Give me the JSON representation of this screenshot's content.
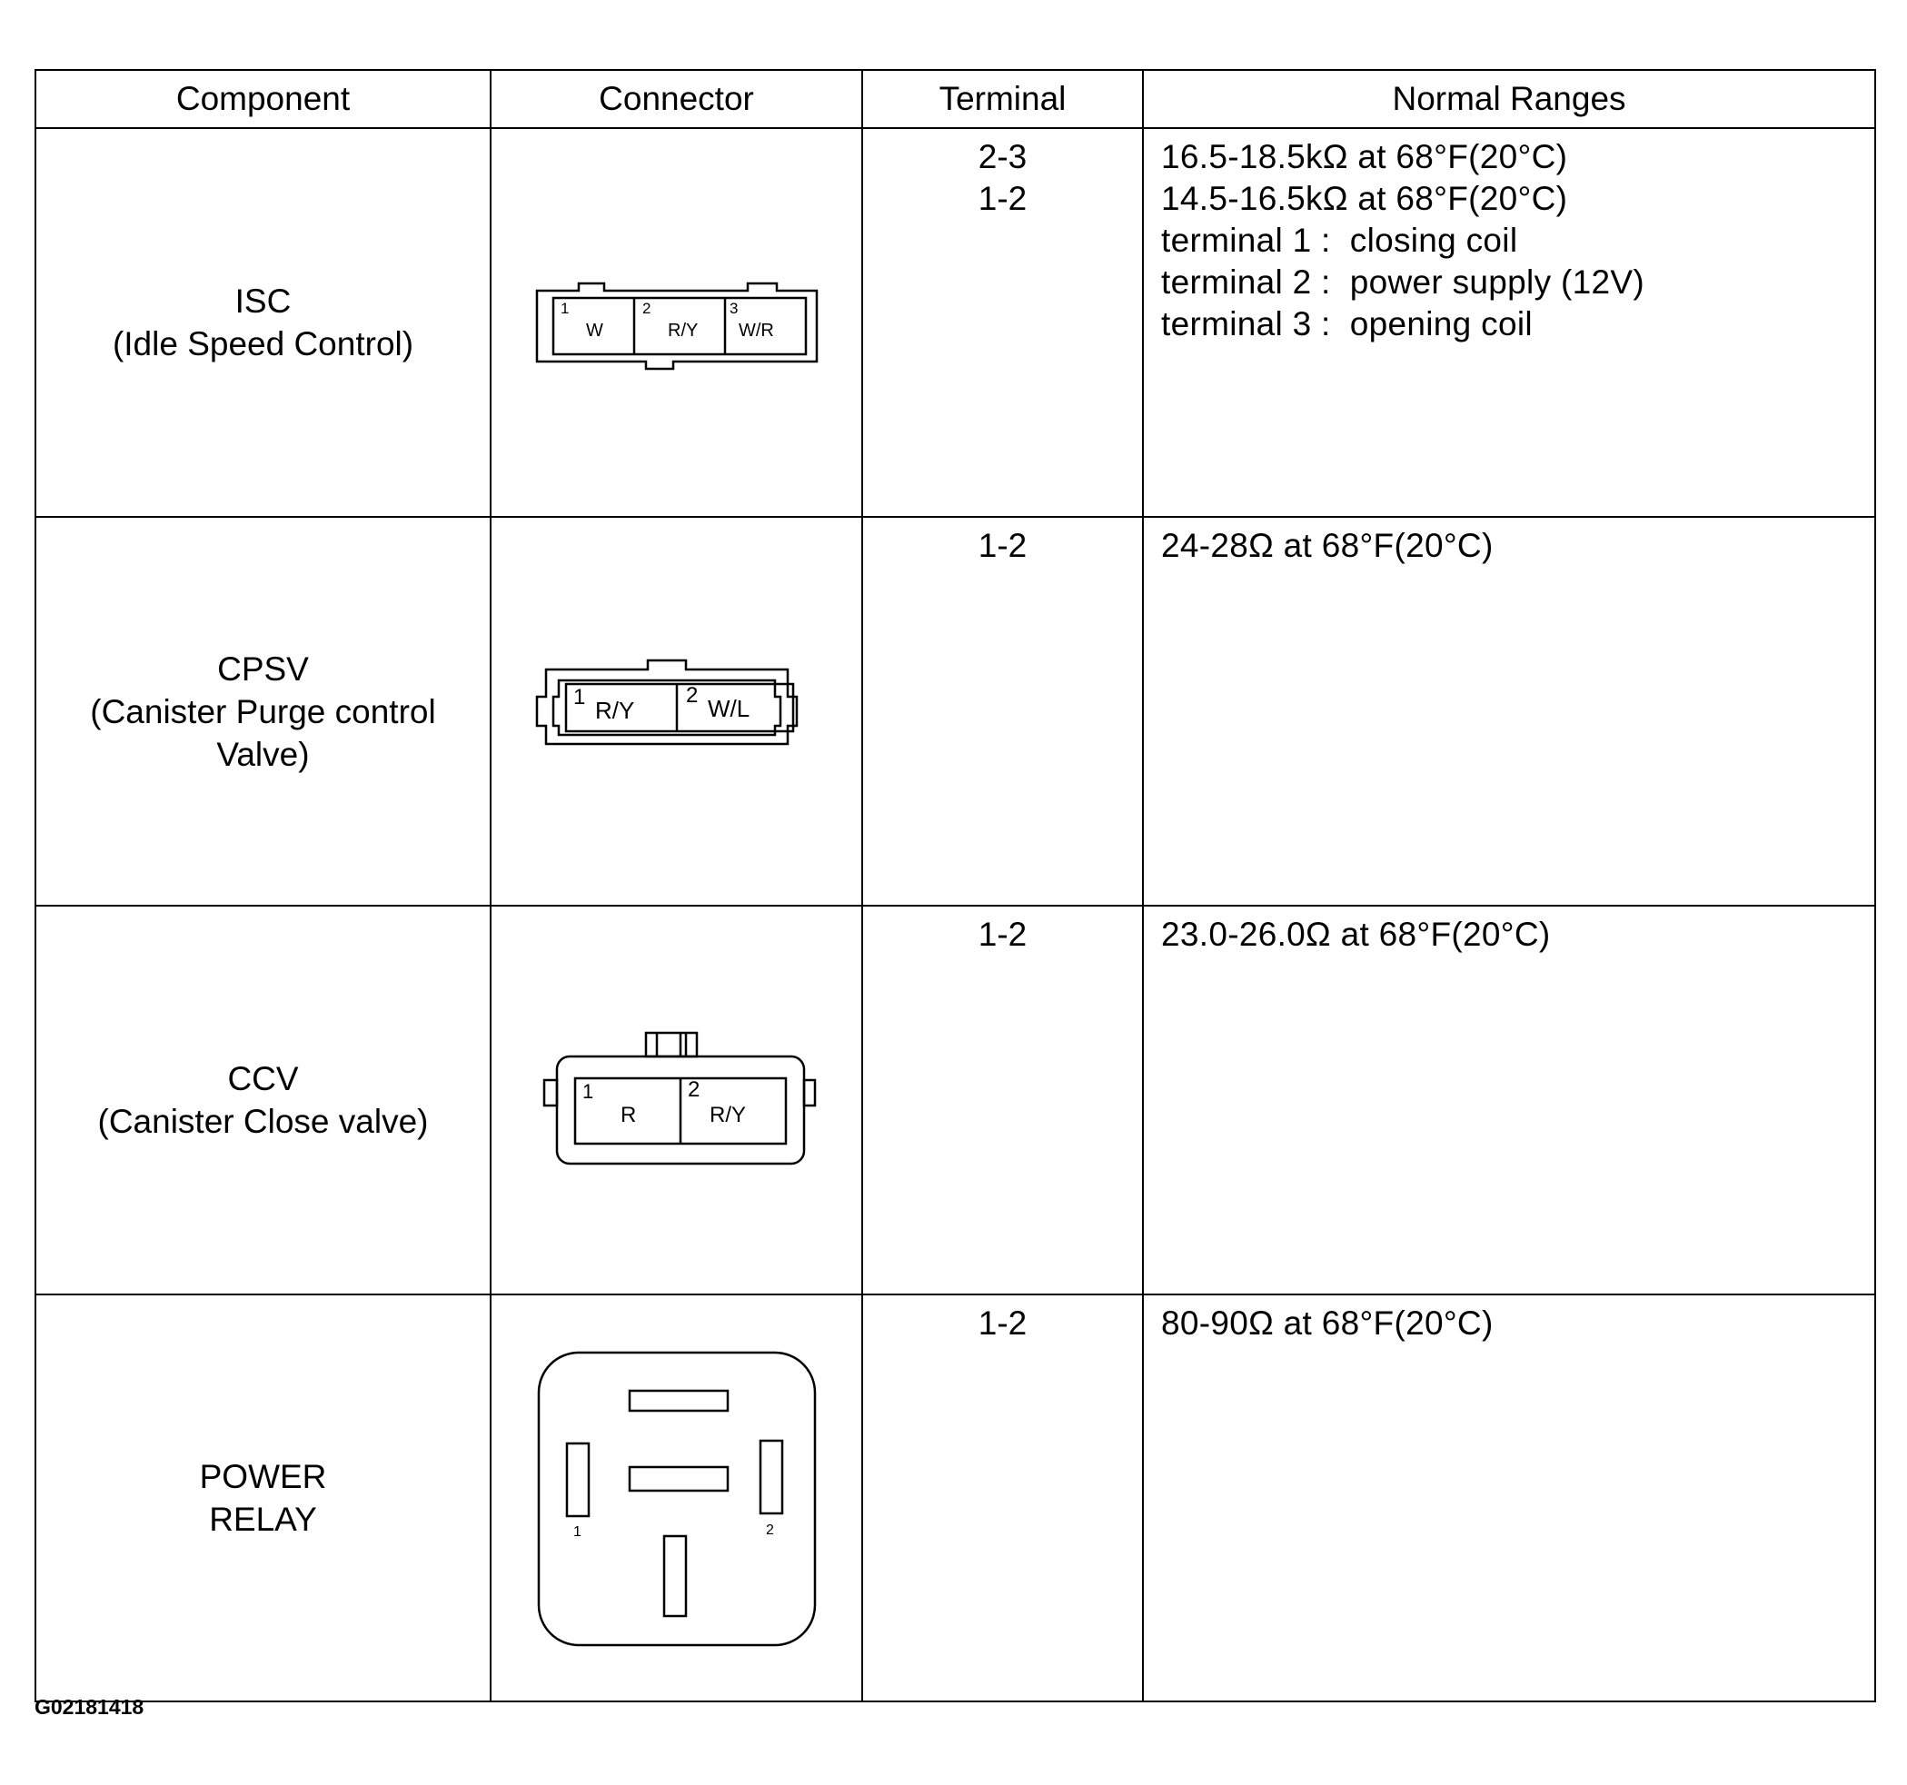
{
  "table": {
    "headers": [
      "Component",
      "Connector",
      "Terminal",
      "Normal Ranges"
    ],
    "rows": [
      {
        "component": [
          "ISC",
          "(Idle Speed Control)"
        ],
        "connector": {
          "terminals": [
            {
              "num": "1",
              "wire": "W"
            },
            {
              "num": "2",
              "wire": "R/Y"
            },
            {
              "num": "3",
              "wire": "W/R"
            }
          ]
        },
        "terminal": [
          "2-3",
          "1-2"
        ],
        "ranges": [
          "16.5-18.5kΩ at 68°F(20°C)",
          "14.5-16.5kΩ at 68°F(20°C)",
          "terminal 1 :  closing coil",
          "terminal 2 :  power supply (12V)",
          "terminal 3 :  opening coil"
        ]
      },
      {
        "component": [
          "CPSV",
          "(Canister Purge control",
          "Valve)"
        ],
        "connector": {
          "terminals": [
            {
              "num": "1",
              "wire": "R/Y"
            },
            {
              "num": "2",
              "wire": "W/L"
            }
          ]
        },
        "terminal": [
          "1-2"
        ],
        "ranges": [
          "24-28Ω at 68°F(20°C)"
        ]
      },
      {
        "component": [
          "CCV",
          "(Canister Close valve)"
        ],
        "connector": {
          "terminals": [
            {
              "num": "1",
              "wire": "R"
            },
            {
              "num": "2",
              "wire": "R/Y"
            }
          ]
        },
        "terminal": [
          "1-2"
        ],
        "ranges": [
          "23.0-26.0Ω at 68°F(20°C)"
        ]
      },
      {
        "component": [
          "POWER",
          "RELAY"
        ],
        "connector": {
          "terminals": [
            {
              "num": "1"
            },
            {
              "num": "2"
            }
          ]
        },
        "terminal": [
          "1-2"
        ],
        "ranges": [
          "80-90Ω at 68°F(20°C)"
        ]
      }
    ]
  },
  "figure_id": "G02181418"
}
